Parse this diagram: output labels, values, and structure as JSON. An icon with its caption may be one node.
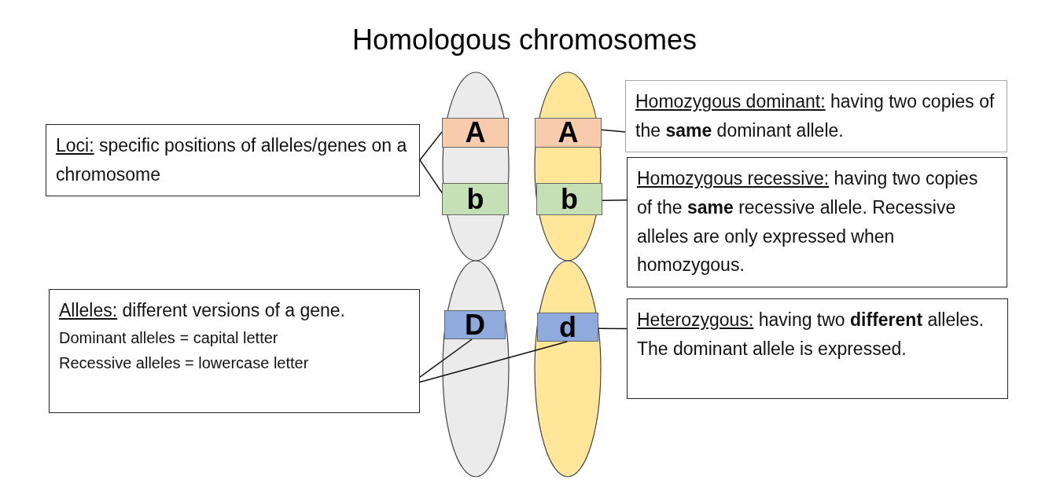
{
  "diagram": {
    "title": "Homologous chromosomes",
    "nodes": [
      {
        "text": [
          "Loci:",
          "specific positions of alleles/genes on a chromosome"
        ]
      },
      {
        "text": [],
        "shape": "ellipse"
      },
      {
        "text": [
          "A"
        ],
        "in": 1
      },
      {
        "text": [
          "b"
        ],
        "in": 1
      },
      {
        "text": [],
        "shape": "ellipse"
      },
      {
        "text": [
          "A"
        ],
        "in": 4
      },
      {
        "text": [
          "b"
        ],
        "in": 4
      },
      {
        "text": [
          "Homozygous dominant:",
          "having two copies of the **same** dominant allele."
        ]
      },
      {
        "text": [
          "Homozygous recessive:",
          "having two copies of the **same** recessive allele. Recessive alleles are only expressed when homozygous."
        ]
      },
      {
        "text": [
          "Alleles:",
          "different versions of a gene.",
          "Dominant alleles = capital letter",
          "Recessive alleles = lowercase letter"
        ]
      },
      {
        "text": [],
        "shape": "ellipse"
      },
      {
        "text": [
          "D"
        ],
        "in": 10
      },
      {
        "text": [],
        "shape": "ellipse"
      },
      {
        "text": [
          "d"
        ],
        "in": 12
      },
      {
        "text": [
          "Heterozygous:",
          "having two **different** alleles. The dominant allele is expressed."
        ]
      }
    ],
    "edges": [
      {
        "from": 0,
        "to": 2,
        "arrow": "none"
      },
      {
        "from": 0,
        "to": 3,
        "arrow": "none"
      },
      {
        "from": 7,
        "to": 5,
        "arrow": "none"
      },
      {
        "from": 8,
        "to": 6,
        "arrow": "none"
      },
      {
        "from": 9,
        "to": 11,
        "arrow": "none"
      },
      {
        "from": 9,
        "to": 13,
        "arrow": "none"
      },
      {
        "from": 14,
        "to": 13,
        "arrow": "none"
      }
    ]
  }
}
